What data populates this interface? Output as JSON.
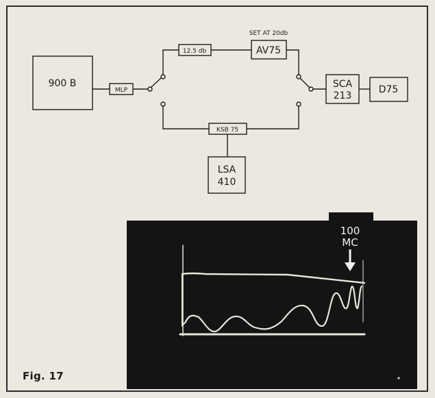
{
  "diagram": {
    "annotation": "SET AT 20db",
    "blocks": {
      "source": "900 B",
      "mlp": "MLP",
      "atten": "12.5 db",
      "av": "AV75",
      "ksb": "KSB 75",
      "lsa_1": "LSA",
      "lsa_2": "410",
      "sca_1": "SCA",
      "sca_2": "213",
      "d75": "D75"
    }
  },
  "scope": {
    "marker_1": "100",
    "marker_2": "MC"
  },
  "figure_label": "Fig. 17"
}
